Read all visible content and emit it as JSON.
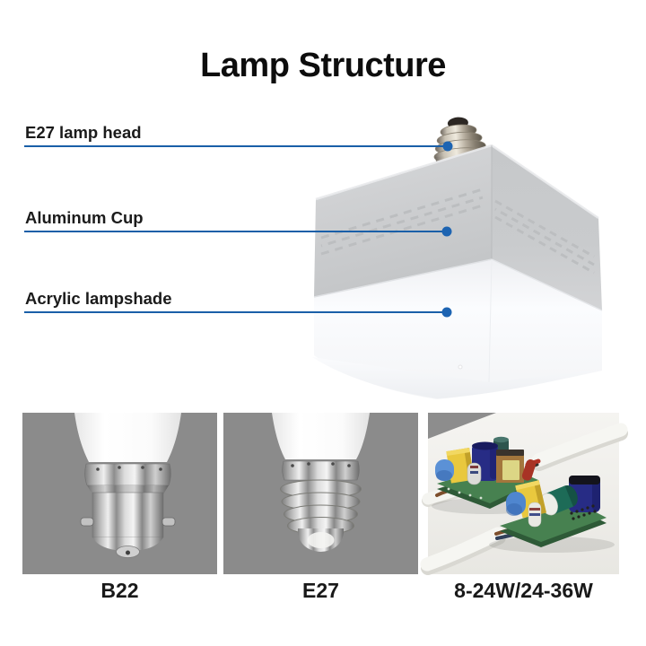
{
  "title": "Lamp Structure",
  "callouts": {
    "lamp_head": "E27 lamp head",
    "aluminum_cup": "Aluminum Cup",
    "lampshade": "Acrylic lampshade"
  },
  "variants": {
    "b22": "B22",
    "e27": "E27",
    "driver": "8-24W/24-36W"
  },
  "colors": {
    "callout_line_blue": "#1a5fa8",
    "callout_dot_blue": "#1d64b2",
    "panel_gray": "#8b8b8b",
    "aluminum_gray": "#c9cbcd",
    "shade_white": "#fbfcfe"
  }
}
